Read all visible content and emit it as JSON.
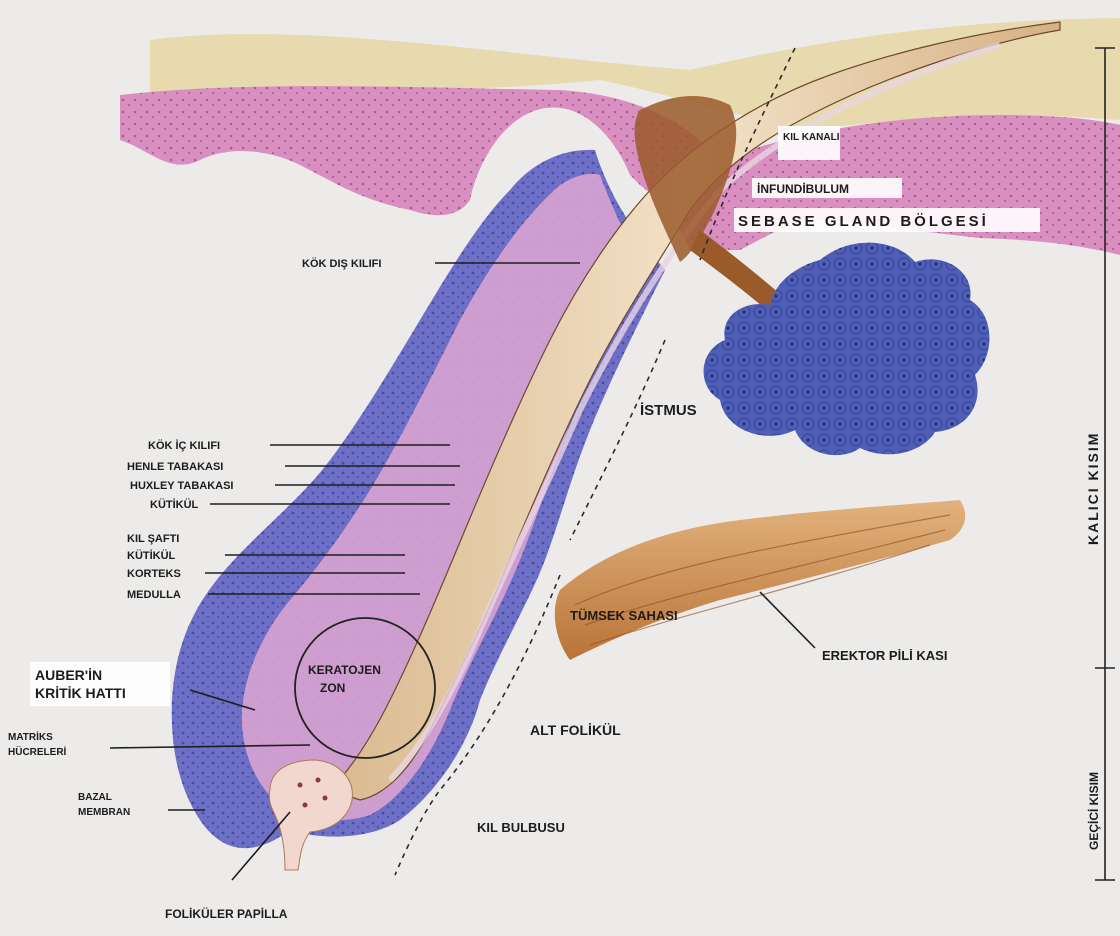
{
  "labels": {
    "kil_kanali": "KIL KANALI",
    "infundibulum": "İNFUNDİBULUM",
    "sebase": "SEBASE GLAND BÖLGESİ",
    "kok_dis_kilifi": "KÖK DIŞ KILIFI",
    "istmus": "İSTMUS",
    "kok_ic_kilifi": "KÖK İÇ KILIFI",
    "henle": "HENLE TABAKASI",
    "huxley": "HUXLEY TABAKASI",
    "kutikul_1": "KÜTİKÜL",
    "kil_safti": "KIL ŞAFTI",
    "kutikul_2": "KÜTİKÜL",
    "korteks": "KORTEKS",
    "medulla": "MEDULLA",
    "tumsek_sahasi": "TÜMSEK SAHASI",
    "erektor": "EREKTOR PİLİ KASI",
    "auber_1": "AUBER'İN",
    "auber_2": "KRİTİK HATTI",
    "keratojen_1": "KERATOJEN",
    "keratojen_2": "ZON",
    "matriks_1": "MATRİKS",
    "matriks_2": "HÜCRELERİ",
    "alt_folikul": "ALT FOLİKÜL",
    "bazal_1": "BAZAL",
    "bazal_2": "MEMBRAN",
    "kil_bulbusu": "KIL BULBUSU",
    "folikuler_papilla": "FOLİKÜLER PAPİLLA",
    "kalici_kisim": "KALICI KISIM",
    "gecici_kisim": "GEÇİCİ KISIM"
  },
  "colors": {
    "background": "#ecebea",
    "epidermis": "#d98fc0",
    "dermis_top": "#e6d49a",
    "outer_sheath": "#6e6fc6",
    "hair_shaft": "#e9d3b4",
    "sebaceous_gland": "#4f5fb8",
    "muscle": "#c98a4e",
    "papilla": "#f2d7cf"
  }
}
